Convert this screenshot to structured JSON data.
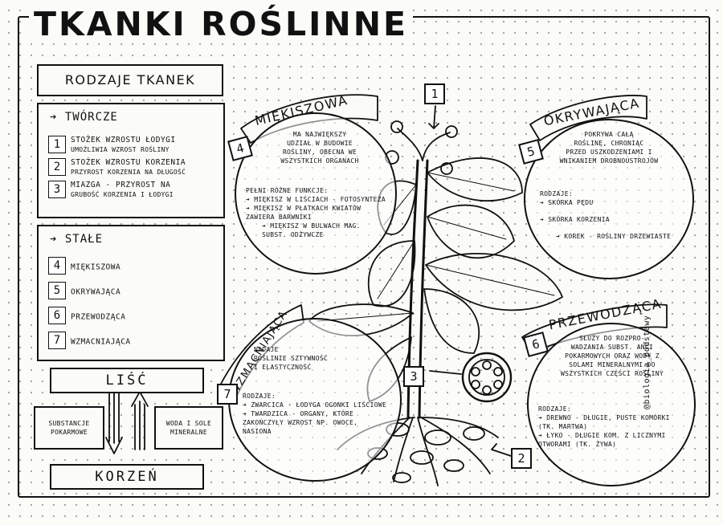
{
  "title": "TKANKI ROŚLINNE",
  "left_panel": {
    "heading": "RODZAJE TKANEK",
    "tworcze": {
      "label": "TWÓRCZE",
      "items": [
        {
          "num": "1",
          "name": "STOŻEK WZROSTU ŁODYGI",
          "desc": "UMOŻLIWIA WZROST ROŚLINY"
        },
        {
          "num": "2",
          "name": "STOŻEK WZROSTU KORZENIA",
          "desc": "PRZYROST KORZENIA NA DŁUGOŚĆ"
        },
        {
          "num": "3",
          "name": "MIAZGA - PRZYROST NA",
          "desc": "GRUBOŚĆ KORZENIA I ŁODYGI"
        }
      ]
    },
    "stale": {
      "label": "STAŁE",
      "items": [
        {
          "num": "4",
          "name": "MIĘKISZOWA"
        },
        {
          "num": "5",
          "name": "OKRYWAJĄCA"
        },
        {
          "num": "6",
          "name": "PRZEWODZĄCA"
        },
        {
          "num": "7",
          "name": "WZMACNIAJĄCA"
        }
      ]
    }
  },
  "transport": {
    "lisc": "LIŚĆ",
    "korzen": "KORZEŃ",
    "down_label": "SUBSTANCJE POKARMOWE",
    "up_label": "WODA I SOLE MINERALNE"
  },
  "tissues": {
    "miekiszowa": {
      "num": "4",
      "title": "MIĘKISZOWA",
      "intro": [
        "MA NAJWIĘKSZY",
        "UDZIAŁ W BUDOWIE",
        "ROŚLINY, OBECNA WE",
        "WSZYSTKICH ORGANACH"
      ],
      "functions_label": "PEŁNI RÓŻNE FUNKCJE:",
      "functions": [
        "MIĘKISZ W LIŚCIACH - FOTOSYNTEZA",
        "MIĘKISZ W PŁATKACH KWIATÓW ZAWIERA BARWNIKI",
        "MIĘKISZ W BULWACH MAG. SUBST. ODŻYWCZE"
      ]
    },
    "okrywajaca": {
      "num": "5",
      "title": "OKRYWAJĄCA",
      "intro": [
        "POKRYWA CAŁĄ",
        "ROŚLINĘ, CHRONIĄC",
        "PRZED USZKODZENIAMI I",
        "WNIKANIEM DROBNOUSTROJÓW"
      ],
      "types_label": "RODZAJE:",
      "types": [
        "SKÓRKA PĘDU",
        "SKÓRKA KORZENIA",
        "KOREK - ROŚLINY DRZEWIASTE"
      ]
    },
    "przewodzaca": {
      "num": "6",
      "title": "PRZEWODZĄCA",
      "intro": [
        "SŁUŻY DO ROZPRO-",
        "WADZANIA SUBST. ANCI",
        "POKARMOWYCH ORAZ WODY Z",
        "SOLAMI MINERALNYMI DO",
        "WSZYSTKICH CZĘŚCI ROŚLINY"
      ],
      "types_label": "RODZAJE:",
      "types": [
        "DREWNO - DŁUGIE, PUSTE KOMÓRKI (TK. MARTWA)",
        "ŁYKO - DŁUGIE KOM. Z LICZNYMI OTWORAMI (TK. ŻYWA)"
      ]
    },
    "wzmacniajaca": {
      "num": "7",
      "title": "WZMACNIAJĄCA",
      "intro": [
        "NADAJE",
        "ROŚLINIE SZTYWNOŚĆ",
        "I ELASTYCZNOŚĆ"
      ],
      "types_label": "RODZAJE:",
      "types": [
        "ZWARCICA - ŁODYGA OGONKI LIŚCIOWE",
        "TWARDZICA - ORGANY, KTÓRE ZAKOŃCZYŁY WZROST NP. OWOCE, NASIONA"
      ]
    }
  },
  "plant_markers": [
    "1",
    "2",
    "3"
  ],
  "signature": "@biologia_podstawy",
  "colors": {
    "ink": "#111111",
    "paper": "#fbfbf8",
    "dots": "#9a9a9a"
  }
}
